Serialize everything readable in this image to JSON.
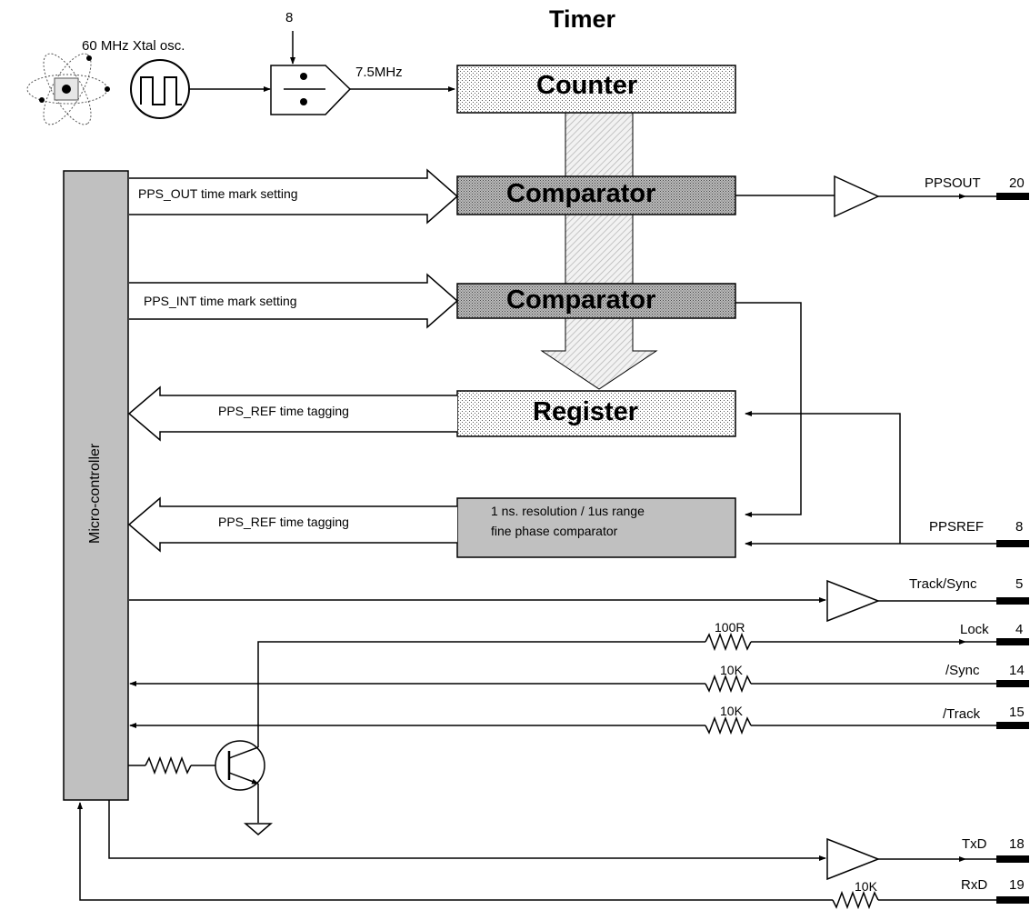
{
  "title": "Timer",
  "oscillator": {
    "label": "60 MHz Xtal osc."
  },
  "divider": {
    "value": "8",
    "output_freq": "7.5MHz"
  },
  "blocks": {
    "counter": "Counter",
    "comparator_out": "Comparator",
    "comparator_int": "Comparator",
    "register": "Register",
    "phase_comparator_line1": "1 ns. resolution / 1us range",
    "phase_comparator_line2": "fine phase comparator",
    "microcontroller": "Micro-controller"
  },
  "bus_labels": {
    "pps_out_setting": "PPS_OUT time mark setting",
    "pps_int_setting": "PPS_INT time mark setting",
    "pps_ref_tagging_1": "PPS_REF time tagging",
    "pps_ref_tagging_2": "PPS_REF time tagging"
  },
  "resistors": {
    "lock": "100R",
    "sync": "10K",
    "track": "10K",
    "rxd": "10K"
  },
  "pins": [
    {
      "name": "PPSOUT",
      "number": "20"
    },
    {
      "name": "PPSREF",
      "number": "8"
    },
    {
      "name": "Track/Sync",
      "number": "5"
    },
    {
      "name": "Lock",
      "number": "4"
    },
    {
      "name": "/Sync",
      "number": "14"
    },
    {
      "name": "/Track",
      "number": "15"
    },
    {
      "name": "TxD",
      "number": "18"
    },
    {
      "name": "RxD",
      "number": "19"
    }
  ],
  "colors": {
    "block_gray": "#c0c0c0",
    "stipple_light": "#f4f4f4",
    "stipple_dark": "#9a9a9a",
    "line": "#000000"
  }
}
